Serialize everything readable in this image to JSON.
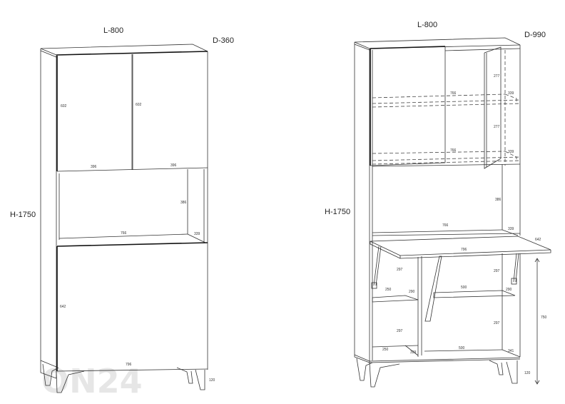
{
  "watermark": "ON24",
  "left_view": {
    "description": "Closed cabinet",
    "overall": {
      "width_label": "L-800",
      "depth_label": "D-360",
      "height_label": "H-1750"
    },
    "dimensions": {
      "upper_door_left_height": "602",
      "upper_door_right_height": "602",
      "upper_door_left_width": "396",
      "upper_door_right_width": "396",
      "niche_height": "386",
      "niche_width": "766",
      "niche_depth": "339",
      "lower_door_height": "642",
      "lower_door_width": "796",
      "leg_height": "120"
    }
  },
  "right_view": {
    "description": "Open cabinet with fold-down desk",
    "overall": {
      "width_label": "L-800",
      "depth_label": "D-990",
      "height_label": "H-1750"
    },
    "dimensions": {
      "upper_shelf_height_1": "277",
      "upper_shelf_height_2": "277",
      "upper_shelf_width_1": "766",
      "upper_shelf_depth_1": "339",
      "upper_shelf_width_2": "766",
      "upper_shelf_depth_2": "339",
      "niche_height": "386",
      "niche_width": "766",
      "niche_depth": "339",
      "desk_width": "796",
      "desk_depth": "642",
      "left_compartment_height_1": "297",
      "left_shelf_width": "250",
      "left_shelf_depth": "290",
      "right_compartment_height_1": "297",
      "right_shelf_width": "500",
      "right_shelf_depth": "290",
      "left_compartment_height_2": "297",
      "left_bottom_width": "250",
      "left_bottom_depth": "339",
      "right_compartment_height_2": "297",
      "right_bottom_width": "500",
      "right_bottom_depth": "341",
      "desk_height": "750",
      "leg_height": "120"
    }
  }
}
